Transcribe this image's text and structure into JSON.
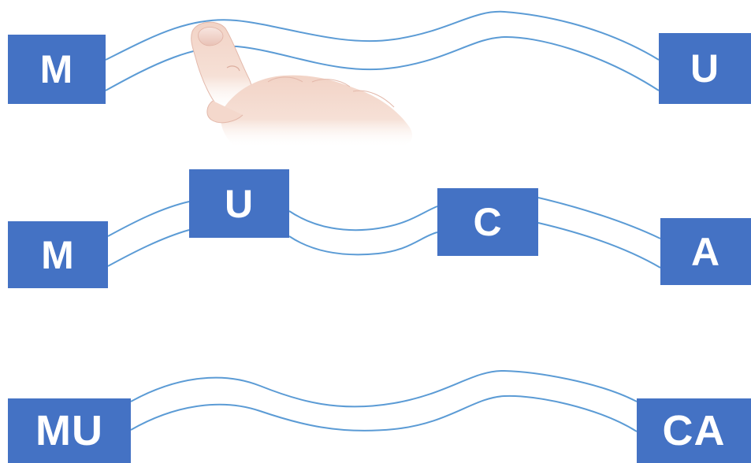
{
  "diagram": {
    "colors": {
      "block_fill": "#4472c4",
      "block_text": "#ffffff",
      "wire": "#5b9bd5",
      "background": "#ffffff"
    },
    "rows": [
      {
        "blocks": [
          "M",
          "U"
        ]
      },
      {
        "blocks": [
          "M",
          "U",
          "C",
          "A"
        ]
      },
      {
        "blocks": [
          "MU",
          "CA"
        ]
      }
    ],
    "illustration": "pointing-hand"
  }
}
